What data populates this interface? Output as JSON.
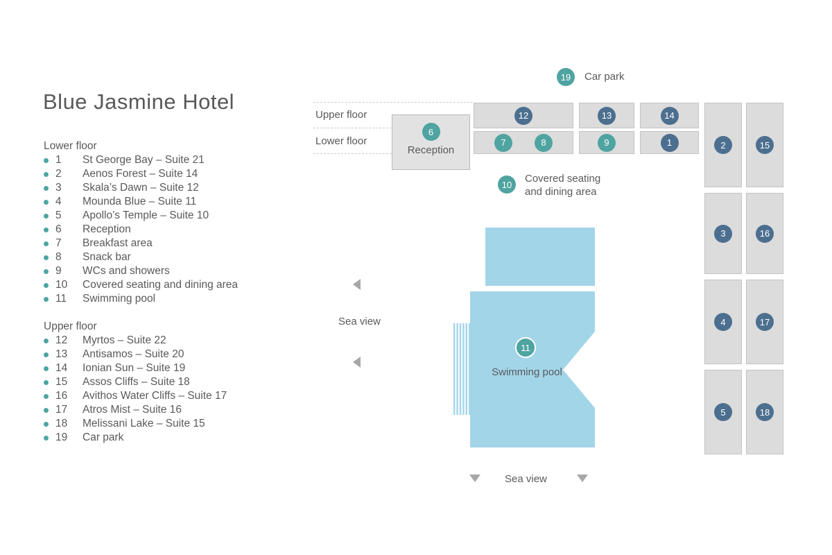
{
  "title": "Blue Jasmine Hotel",
  "colors": {
    "teal": "#4fa4a1",
    "navy": "#4d6f8f",
    "box": "#dcdcdc",
    "box_border": "#c2c3c4",
    "pool": "#a3d5e8",
    "text": "#58595b",
    "arrow": "#a6a7a9",
    "dash": "#c8c9ca"
  },
  "legend": {
    "lower_heading": "Lower floor",
    "lower_items": [
      {
        "num": "1",
        "label": "St George Bay – Suite 21"
      },
      {
        "num": "2",
        "label": "Aenos Forest – Suite 14"
      },
      {
        "num": "3",
        "label": "Skala’s Dawn – Suite 12"
      },
      {
        "num": "4",
        "label": "Mounda Blue – Suite 11"
      },
      {
        "num": "5",
        "label": "Apollo’s Temple – Suite 10"
      },
      {
        "num": "6",
        "label": "Reception"
      },
      {
        "num": "7",
        "label": "Breakfast area"
      },
      {
        "num": "8",
        "label": "Snack bar"
      },
      {
        "num": "9",
        "label": "WCs and showers"
      },
      {
        "num": "10",
        "label": "Covered seating and dining area"
      },
      {
        "num": "11",
        "label": "Swimming pool"
      }
    ],
    "upper_heading": "Upper floor",
    "upper_items": [
      {
        "num": "12",
        "label": "Myrtos – Suite 22"
      },
      {
        "num": "13",
        "label": "Antisamos – Suite 20"
      },
      {
        "num": "14",
        "label": "Ionian Sun – Suite 19"
      },
      {
        "num": "15",
        "label": "Assos Cliffs – Suite 18"
      },
      {
        "num": "16",
        "label": "Avithos Water Cliffs – Suite 17"
      },
      {
        "num": "17",
        "label": "Atros Mist – Suite 16"
      },
      {
        "num": "18",
        "label": "Melissani Lake – Suite 15"
      },
      {
        "num": "19",
        "label": "Car park"
      }
    ]
  },
  "map": {
    "car_park": {
      "num": "19",
      "label": "Car park"
    },
    "upper_floor_label": "Upper floor",
    "lower_floor_label": "Lower floor",
    "reception": {
      "num": "6",
      "label": "Reception"
    },
    "blocks_top": [
      {
        "upper_num": "12",
        "lower_left": "7",
        "lower_right": "8"
      },
      {
        "upper_num": "13",
        "lower": "9"
      },
      {
        "upper_num": "14",
        "lower": "1"
      }
    ],
    "blocks_right": [
      {
        "lower": "2",
        "upper": "15"
      },
      {
        "lower": "3",
        "upper": "16"
      },
      {
        "lower": "4",
        "upper": "17"
      },
      {
        "lower": "5",
        "upper": "18"
      }
    ],
    "covered_seating": {
      "num": "10",
      "line1": "Covered seating",
      "line2": "and dining area"
    },
    "pool": {
      "num": "11",
      "label": "Swimming pool"
    },
    "sea_view_left": "Sea view",
    "sea_view_bottom": "Sea view"
  }
}
